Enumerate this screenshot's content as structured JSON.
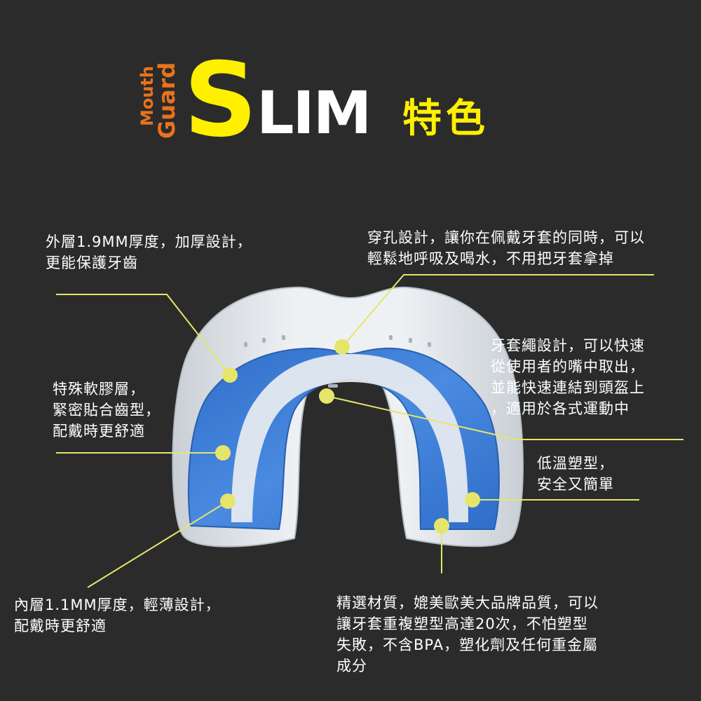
{
  "colors": {
    "background": "#2b2b2b",
    "accent": "#fff000",
    "orange": "#e8731c",
    "text": "#ffffff",
    "callout": "#e6e56b",
    "guard_shell": "#e3e8ec",
    "guard_inner": "#3f7fd6"
  },
  "header": {
    "brand_top": "Mouth",
    "brand_bottom": "Guard",
    "title_s": "S",
    "title_rest": "LIM",
    "title_suffix": "特色"
  },
  "notes": {
    "outer_layer": "外層1.9MM厚度，加厚設計，\n更能保護牙齒",
    "breathing_holes": "穿孔設計，讓你在佩戴牙套的同時，可以\n輕鬆地呼吸及喝水，不用把牙套拿掉",
    "strap": "牙套繩設計，可以快速\n從使用者的嘴中取出，\n並能快速連結到頭盔上\n，適用於各式運動中",
    "soft_gel": "特殊軟膠層，\n緊密貼合齒型，\n配戴時更舒適",
    "low_temp": "低溫塑型，\n安全又簡單",
    "inner_layer": "內層1.1MM厚度，輕薄設計，\n配戴時更舒適",
    "material": "精選材質，媲美歐美大品牌品質，可以\n讓牙套重複塑型高達20次，不怕塑型\n失敗，不含BPA，塑化劑及任何重金屬\n成分"
  }
}
